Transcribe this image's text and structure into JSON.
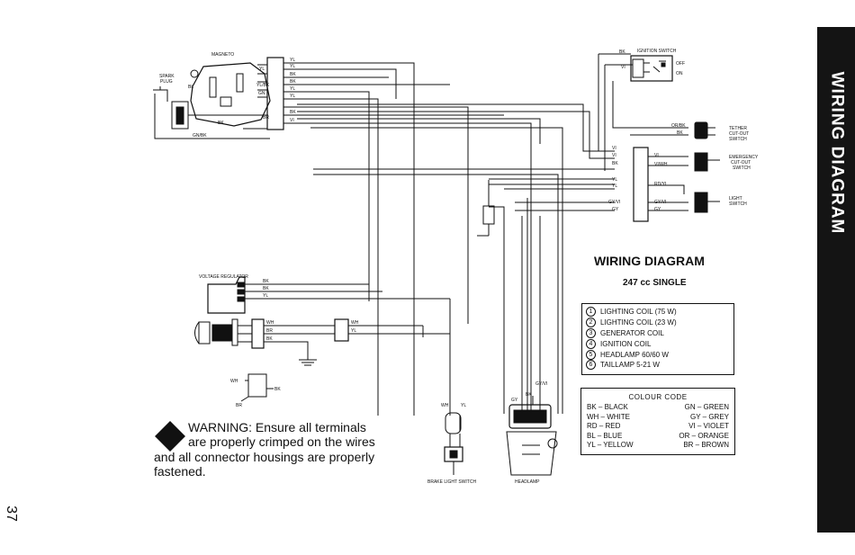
{
  "side_tab": "WIRING DIAGRAM",
  "page_number": "37",
  "title": "WIRING DIAGRAM",
  "subtitle": "247 cc SINGLE",
  "legend": [
    {
      "num": "1",
      "text": "LIGHTING COIL (75 W)"
    },
    {
      "num": "2",
      "text": "LIGHTING COIL (23 W)"
    },
    {
      "num": "3",
      "text": "GENERATOR COIL"
    },
    {
      "num": "4",
      "text": "IGNITION COIL"
    },
    {
      "num": "5",
      "text": "HEADLAMP 60/60 W"
    },
    {
      "num": "6",
      "text": "TAILLAMP 5-21 W"
    }
  ],
  "colour_code": {
    "heading": "COLOUR CODE",
    "left": [
      "BK – BLACK",
      "WH – WHITE",
      "RD – RED",
      "BL – BLUE",
      "YL – YELLOW"
    ],
    "right": [
      "GN – GREEN",
      "GY – GREY",
      "VI – VIOLET",
      "OR – ORANGE",
      "BR – BROWN"
    ]
  },
  "warning": {
    "line1": "WARNING: Ensure all terminals",
    "line2": "are properly crimped on the wires",
    "line3": "and all connector housings are properly",
    "line4": "fastened."
  },
  "components": {
    "magneto": "MAGNETO",
    "spark_plug_1": "SPARK",
    "spark_plug_2": "PLUG",
    "voltage_regulator": "VOLTAGE REGULATOR",
    "ignition_switch": "IGNITION SWITCH",
    "off": "OFF",
    "on": "ON",
    "tether_1": "TETHER",
    "tether_2": "CUT-OUT",
    "tether_3": "SWITCH",
    "emergency_1": "EMERGENCY",
    "emergency_2": "CUT-OUT",
    "emergency_3": "SWITCH",
    "light_1": "LIGHT",
    "light_2": "SWITCH",
    "brake_light_switch": "BRAKE LIGHT SWITCH",
    "headlamp": "HEADLAMP"
  },
  "wire_labels": {
    "magneto": [
      "YL",
      "YL",
      "BK",
      "BK",
      "YL",
      "YL",
      "BK",
      "VI"
    ],
    "magneto_left": [
      "YL",
      "YL/BK",
      "GN"
    ],
    "bl": "BL",
    "br": "BR",
    "bk": "BK",
    "gnbk": "GN/BK",
    "regulator": [
      "BK",
      "BK",
      "YL"
    ],
    "ignition": [
      "BK",
      "VI"
    ],
    "tether": [
      "OR/BK",
      "BK"
    ],
    "right_in": [
      "VI",
      "VI",
      "BK",
      "YL",
      "YL",
      "GY/VI",
      "GY"
    ],
    "right_out": [
      "VI",
      "VI/WH",
      "RD/YL",
      "GY/VI",
      "GY"
    ],
    "taillamp": [
      "WH",
      "BR",
      "BK"
    ],
    "taillamp_mid": [
      "WH",
      "YL"
    ],
    "small_conn": [
      "WH",
      "BK",
      "BR"
    ],
    "brake": [
      "WH",
      "YL"
    ],
    "headlamp": [
      "GY",
      "BK",
      "GY/VI"
    ]
  }
}
